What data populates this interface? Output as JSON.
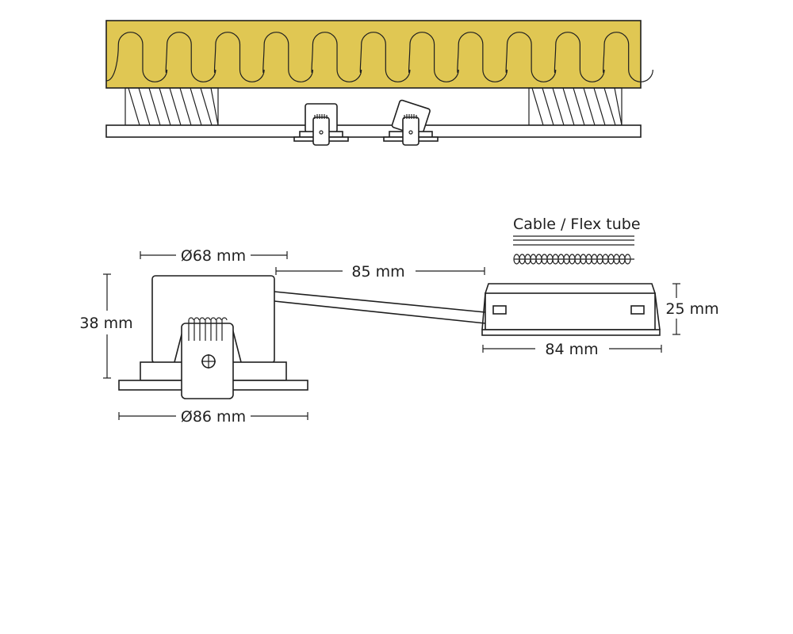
{
  "labels": {
    "dia_outer": "Ø86 mm",
    "dia_inner": "Ø68 mm",
    "height": "38 mm",
    "cable_length": "85 mm",
    "driver_width": "84 mm",
    "driver_height": "25 mm",
    "cable_flex": "Cable / Flex tube"
  },
  "colors": {
    "insulation": "#E0C753",
    "line": "#1f1f1f",
    "background": "#ffffff"
  }
}
